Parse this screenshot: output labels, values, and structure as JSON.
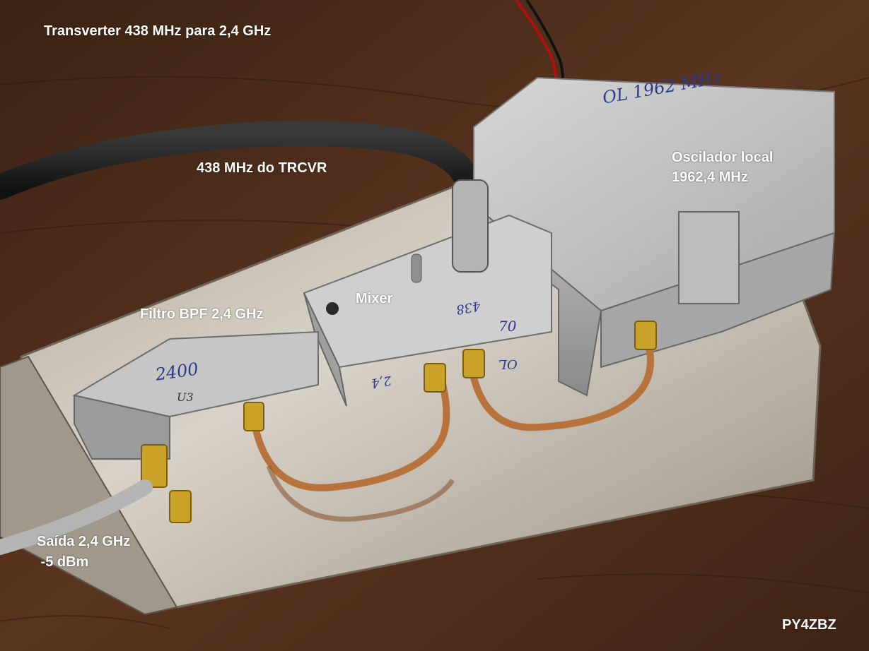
{
  "captions": {
    "title": "Transverter 438 MHz para 2,4 GHz",
    "input": "438 MHz do TRCVR",
    "lo_line1": "Oscilador local",
    "lo_line2": "1962,4 MHz",
    "mixer": "Mixer",
    "filter": "Filtro BPF 2,4 GHz",
    "output_line1": "Saída 2,4 GHz",
    "output_line2": " -5 dBm",
    "callsign": "PY4ZBZ"
  },
  "handwriting": {
    "lo_box": "OL 1962 MHz",
    "filter_box": "2400",
    "filter_tag": "U3",
    "mixer_in": "438",
    "mixer_70": "70",
    "mixer_out": "2,4",
    "mixer_ol": "OL"
  },
  "colors": {
    "wood": "#4a2c1a",
    "aluminum": "#c9c9c9",
    "copper": "#b8733d",
    "brass": "#c9a227",
    "label": "#ffffff",
    "ink": "#2c3a8c"
  }
}
